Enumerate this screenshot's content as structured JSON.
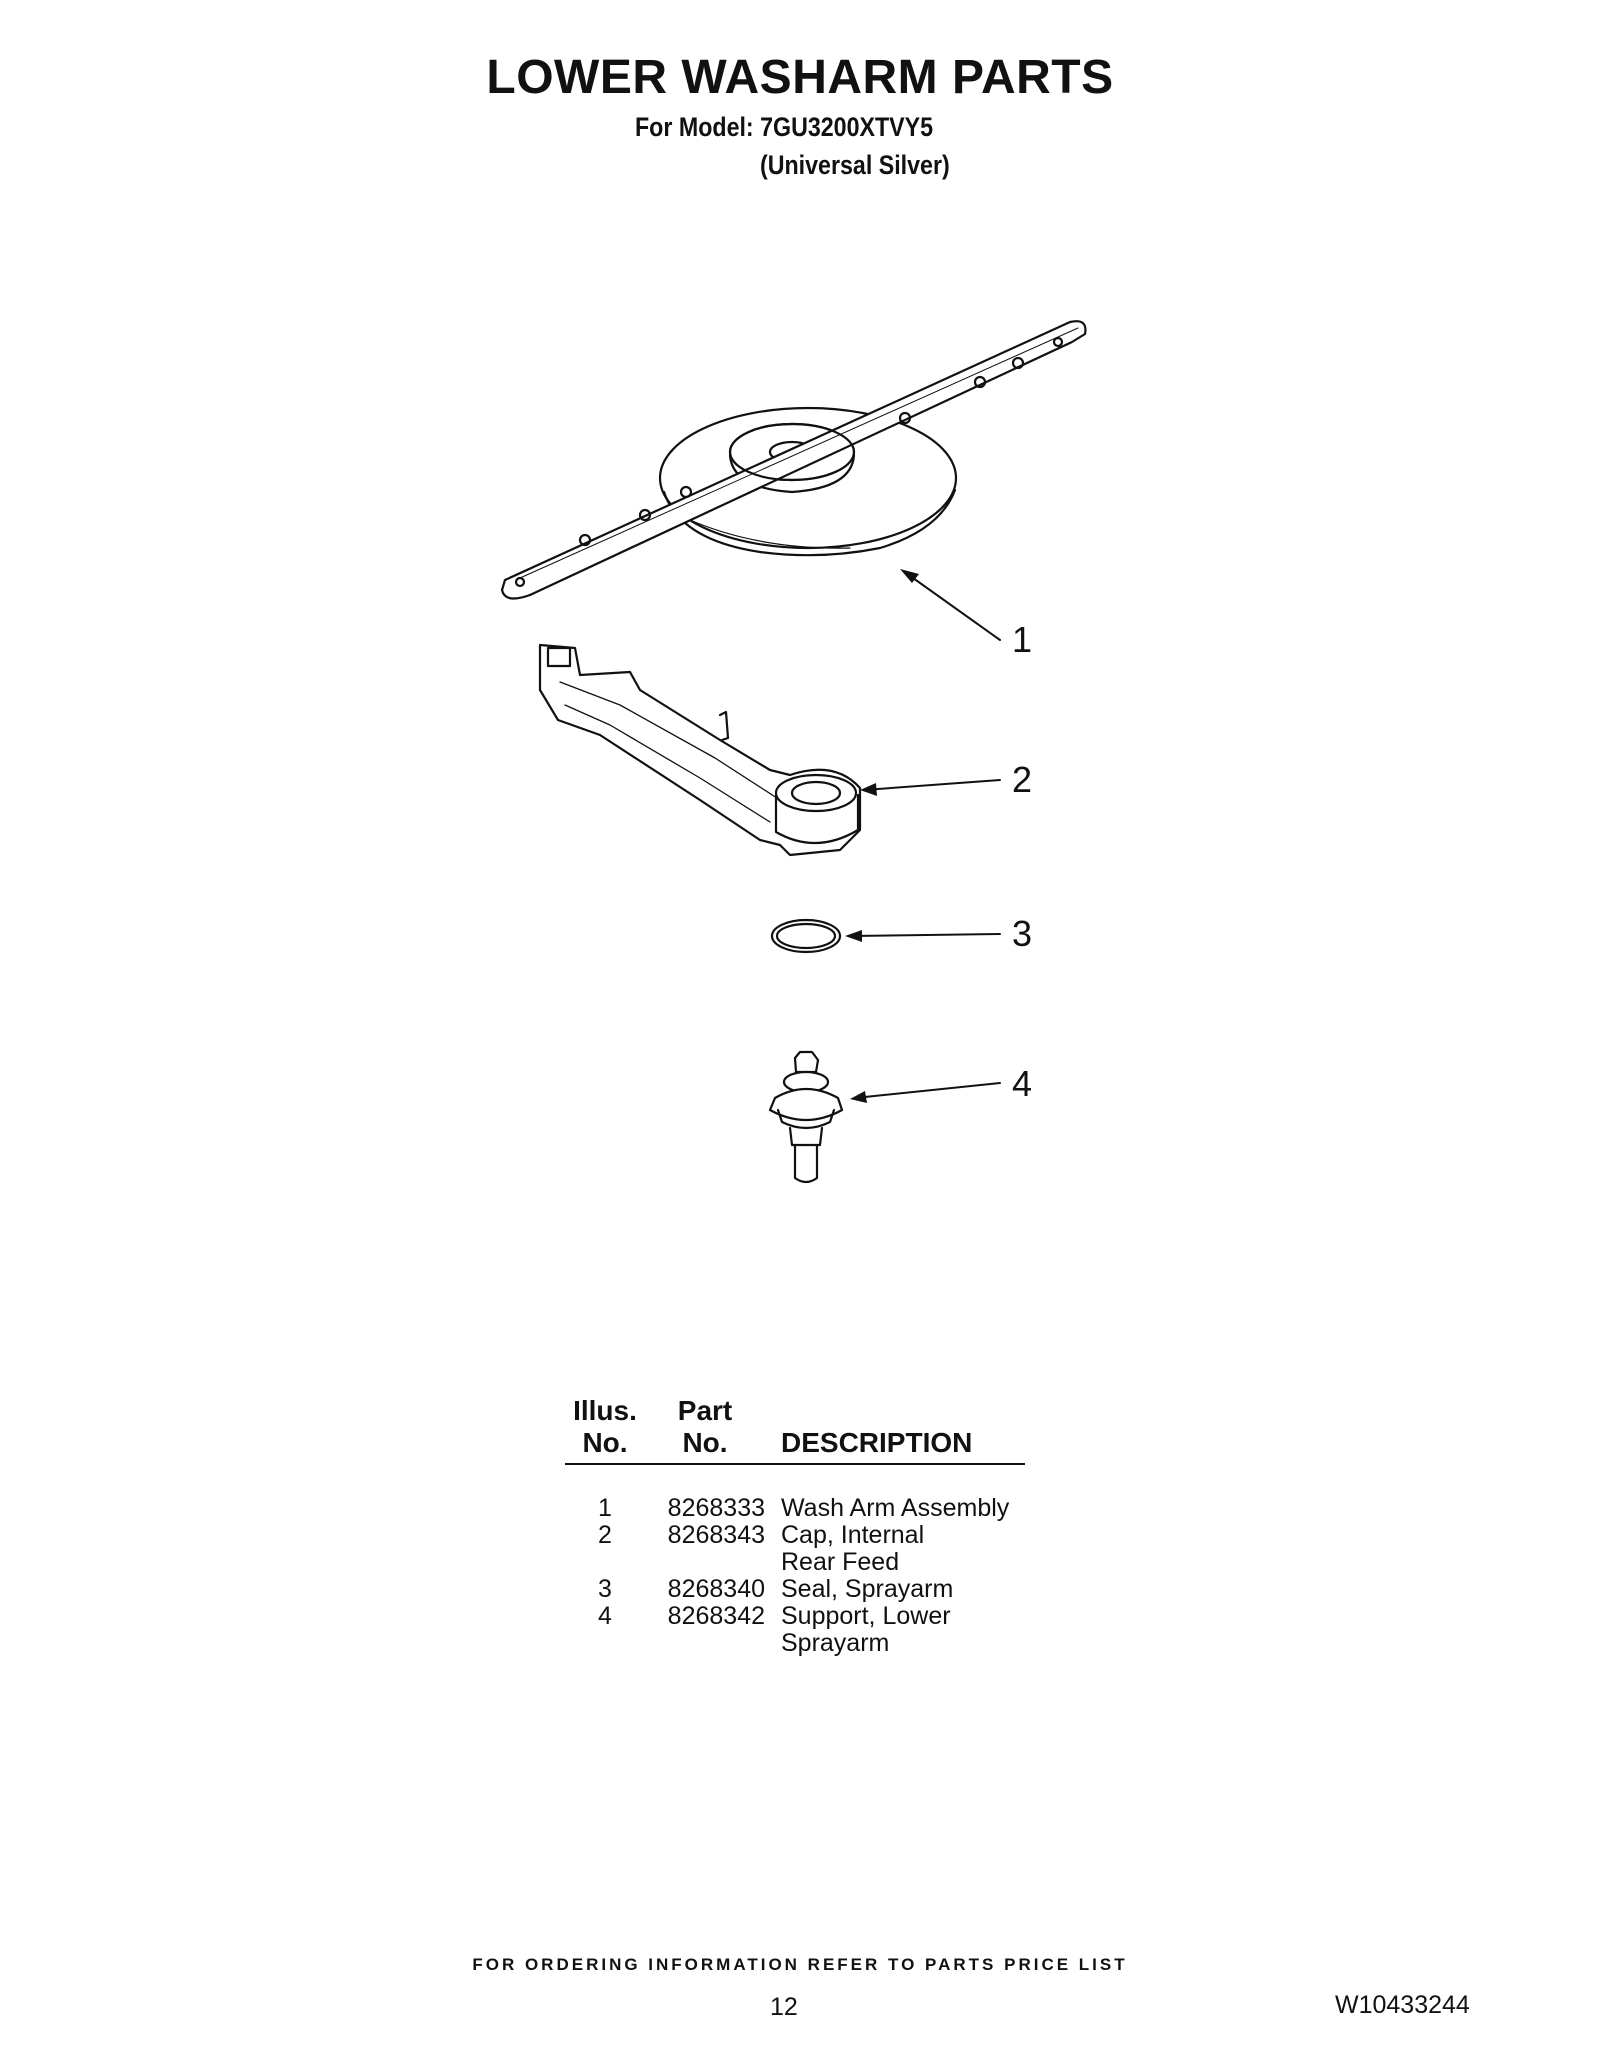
{
  "header": {
    "title": "LOWER WASHARM PARTS",
    "model_line": "For Model: 7GU3200XTVY5",
    "color_line": "(Universal Silver)"
  },
  "callouts": [
    "1",
    "2",
    "3",
    "4"
  ],
  "parts_table": {
    "headers": {
      "illus_top": "Illus.",
      "illus_bottom": "No.",
      "part_top": "Part",
      "part_bottom": "No.",
      "description": "DESCRIPTION"
    },
    "rows": [
      {
        "illus": "1",
        "part": "8268333",
        "description": "Wash Arm Assembly"
      },
      {
        "illus": "2",
        "part": "8268343",
        "description": "Cap, Internal"
      },
      {
        "illus": "",
        "part": "",
        "description": "Rear Feed"
      },
      {
        "illus": "3",
        "part": "8268340",
        "description": "Seal, Sprayarm"
      },
      {
        "illus": "4",
        "part": "8268342",
        "description": "Support, Lower"
      },
      {
        "illus": "",
        "part": "",
        "description": "Sprayarm"
      }
    ]
  },
  "footer": {
    "ordering_note": "FOR ORDERING INFORMATION REFER TO PARTS PRICE LIST",
    "page_number": "12",
    "document_number": "W10433244"
  }
}
